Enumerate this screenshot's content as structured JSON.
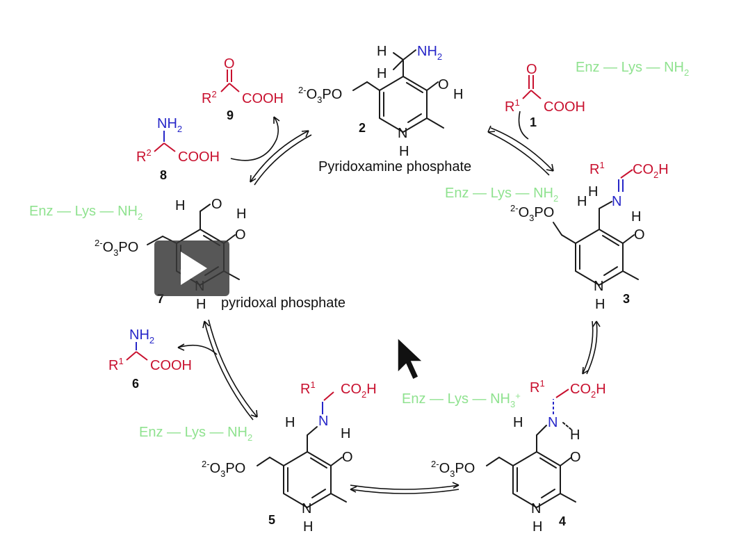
{
  "captions": {
    "pmp": "Pyridoxamine phosphate",
    "plp": "pyridoxal phosphate"
  },
  "labels": {
    "enz_lys_nh2": "Enz",
    "lys": "Lys",
    "nh2": "NH",
    "nh3": "NH",
    "phosphate": "O",
    "po": "PO",
    "cooh": "COOH",
    "co2h": "CO",
    "r": "R",
    "h": "H",
    "n": "N",
    "o": "O",
    "oh": "O"
  },
  "compounds": {
    "c1": "1",
    "c2": "2",
    "c3": "3",
    "c4": "4",
    "c5": "5",
    "c6": "6",
    "c7": "7",
    "c8": "8",
    "c9": "9"
  },
  "colors": {
    "reactant": "#c8102e",
    "nitrogen": "#2626c8",
    "enzyme": "#8fe28f",
    "bond": "#1a1a1a"
  },
  "video_overlay": {
    "play_icon": "play-icon",
    "cursor_icon": "arrow-cursor-icon"
  }
}
